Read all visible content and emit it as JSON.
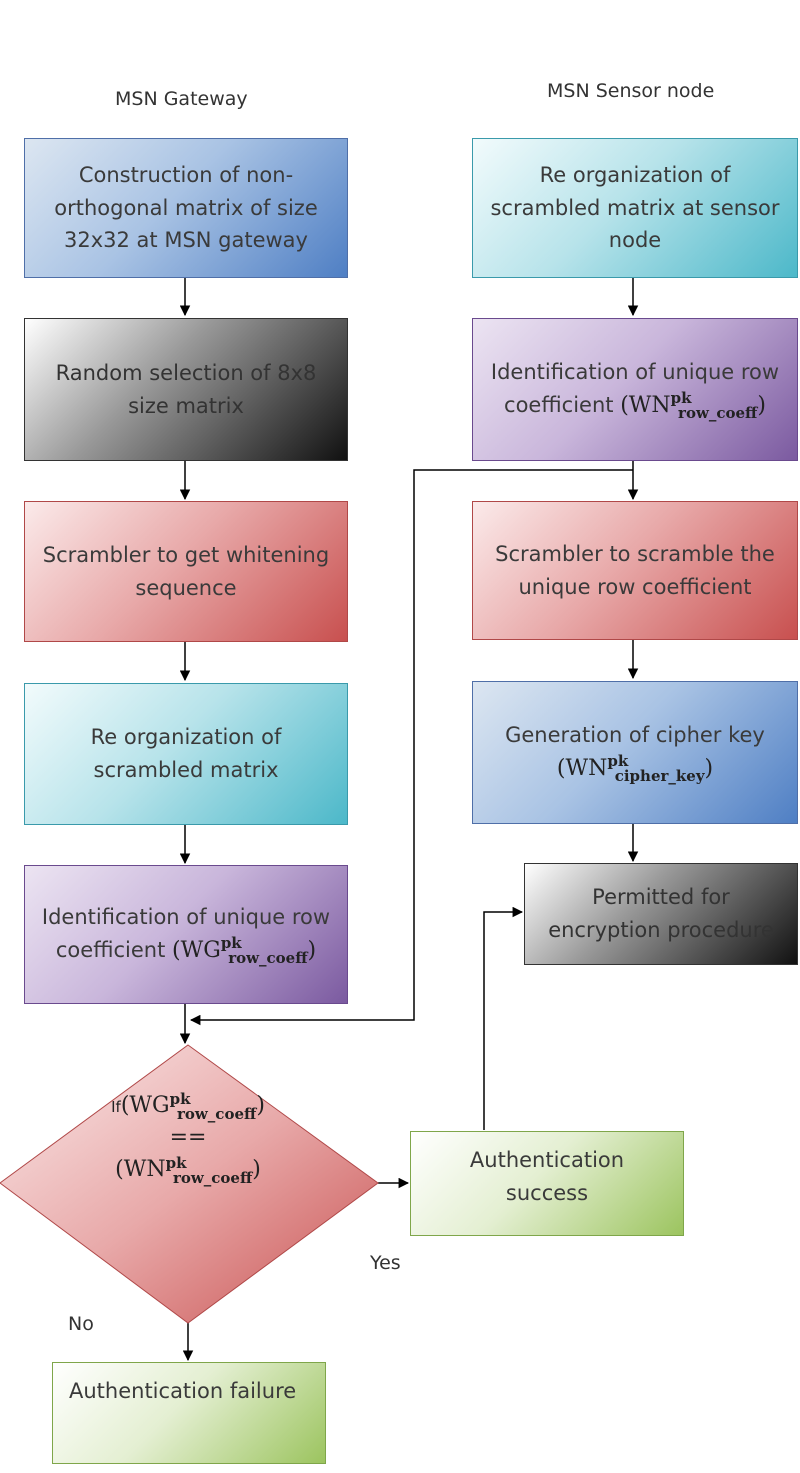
{
  "titles": {
    "gateway": "MSN Gateway",
    "sensor": "MSN Sensor node"
  },
  "gateway": {
    "box1": "Construction of non-orthogonal matrix of size 32x32 at MSN gateway",
    "box2": "Random selection of 8x8 size matrix",
    "box3": "Scrambler to get whitening sequence",
    "box4": "Re organization of scrambled matrix",
    "box5_text": "Identification of unique row coefficient"
  },
  "sensor": {
    "box1": "Re organization of scrambled matrix at sensor node",
    "box2_text": "Identification of unique row coefficient",
    "box3": "Scrambler to scramble the unique row coefficient",
    "box4_text": "Generation of cipher key",
    "box5": "Permitted for encryption procedure"
  },
  "formulas": {
    "wg": "WG",
    "wn": "WN",
    "sup": "pk",
    "row_coeff": "row_coeff",
    "cipher_key": "cipher_key",
    "if": "If",
    "eq": "=="
  },
  "decision": {
    "success": "Authentication success",
    "failure": "Authentication failure",
    "yes": "Yes",
    "no": "No"
  }
}
